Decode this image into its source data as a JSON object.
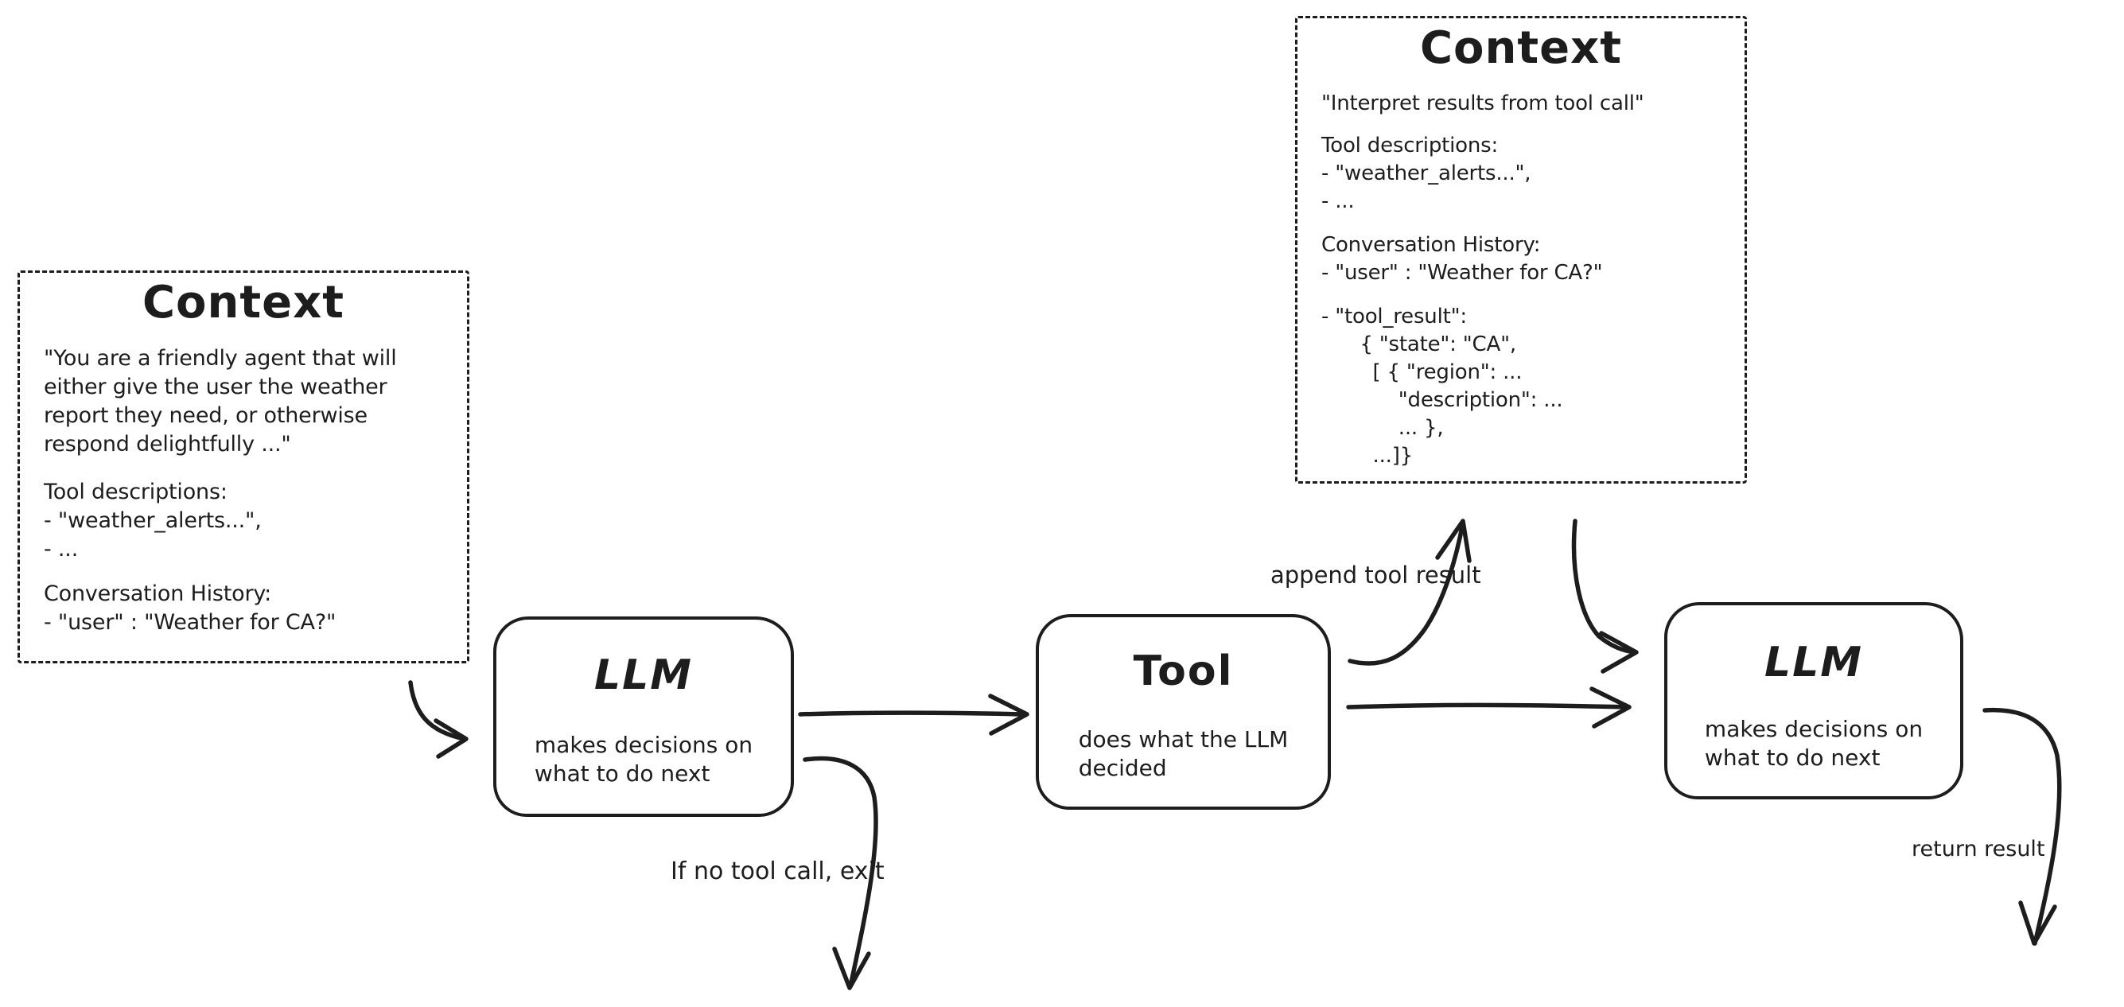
{
  "diagram": {
    "nodes": {
      "context_left": {
        "title": "Context",
        "blocks": [
          [
            "\"You are a friendly agent that will",
            "either give the user the weather",
            "report they need, or otherwise",
            "respond delightfully ...\""
          ],
          [
            "Tool descriptions:",
            "- \"weather_alerts...\",",
            "- ..."
          ],
          [
            "Conversation History:",
            "- \"user\" : \"Weather for CA?\""
          ]
        ]
      },
      "context_right": {
        "title": "Context",
        "blocks": [
          [
            "\"Interpret results from tool call\""
          ],
          [
            "Tool descriptions:",
            "- \"weather_alerts...\",",
            "- ..."
          ],
          [
            "Conversation History:",
            "- \"user\" : \"Weather for CA?\""
          ],
          [
            "- \"tool_result\":",
            "      { \"state\": \"CA\",",
            "        [ { \"region\": ...",
            "            \"description\": ...",
            "            ... },",
            "        ...]}"
          ]
        ]
      },
      "llm_1": {
        "title": "LLM",
        "subtitle_lines": [
          "makes decisions on",
          "what to do next"
        ]
      },
      "tool": {
        "title": "Tool",
        "subtitle_lines": [
          "does what the LLM",
          "decided"
        ]
      },
      "llm_2": {
        "title": "LLM",
        "subtitle_lines": [
          "makes decisions on",
          "what to do next"
        ]
      }
    },
    "edge_labels": {
      "append_tool_result": "append tool result",
      "if_no_tool_call": "If no tool call, exit",
      "return_result": "return result"
    },
    "edges": [
      {
        "from": "context_left",
        "to": "llm_1",
        "label": ""
      },
      {
        "from": "llm_1",
        "to": "tool",
        "label": ""
      },
      {
        "from": "llm_1",
        "to": "exit",
        "label": "If no tool call, exit"
      },
      {
        "from": "tool",
        "to": "context_right",
        "label": "append tool result"
      },
      {
        "from": "context_right",
        "to": "llm_2",
        "label": ""
      },
      {
        "from": "tool",
        "to": "llm_2",
        "label": ""
      },
      {
        "from": "llm_2",
        "to": "out",
        "label": "return result"
      }
    ],
    "colors": {
      "ink": "#1d1d1d",
      "background": "#ffffff"
    }
  }
}
